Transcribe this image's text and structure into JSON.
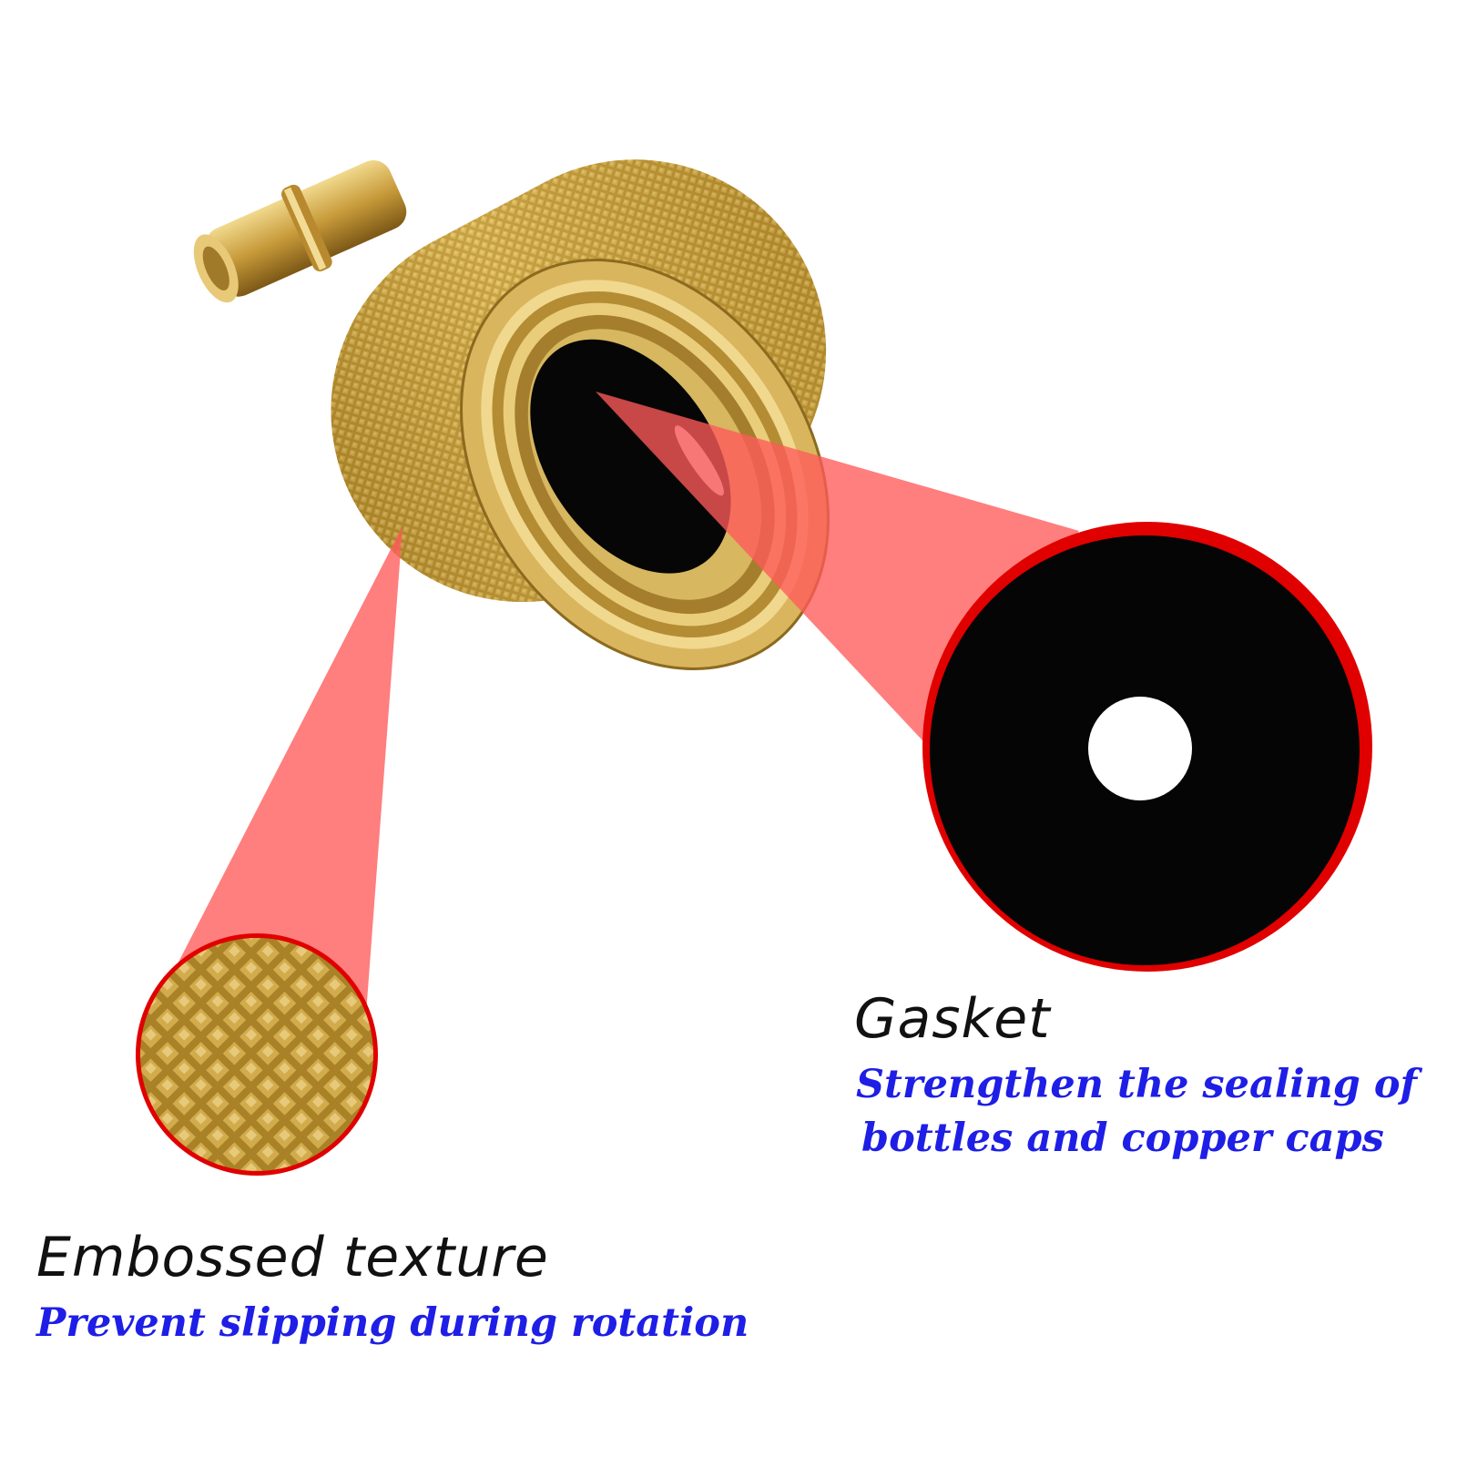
{
  "callouts": {
    "gasket": {
      "title": "Gasket",
      "description_line1": "Strengthen the sealing of",
      "description_line2": "bottles and copper caps"
    },
    "texture": {
      "title": "Embossed texture",
      "description": "Prevent slipping during rotation"
    }
  },
  "colors": {
    "title_text": "#111111",
    "description_text": "#1e1ee6",
    "highlight_beam": "#ff5a5a",
    "highlight_ring": "#e00000",
    "brass": "#c9a13c",
    "gasket": "#050505"
  }
}
